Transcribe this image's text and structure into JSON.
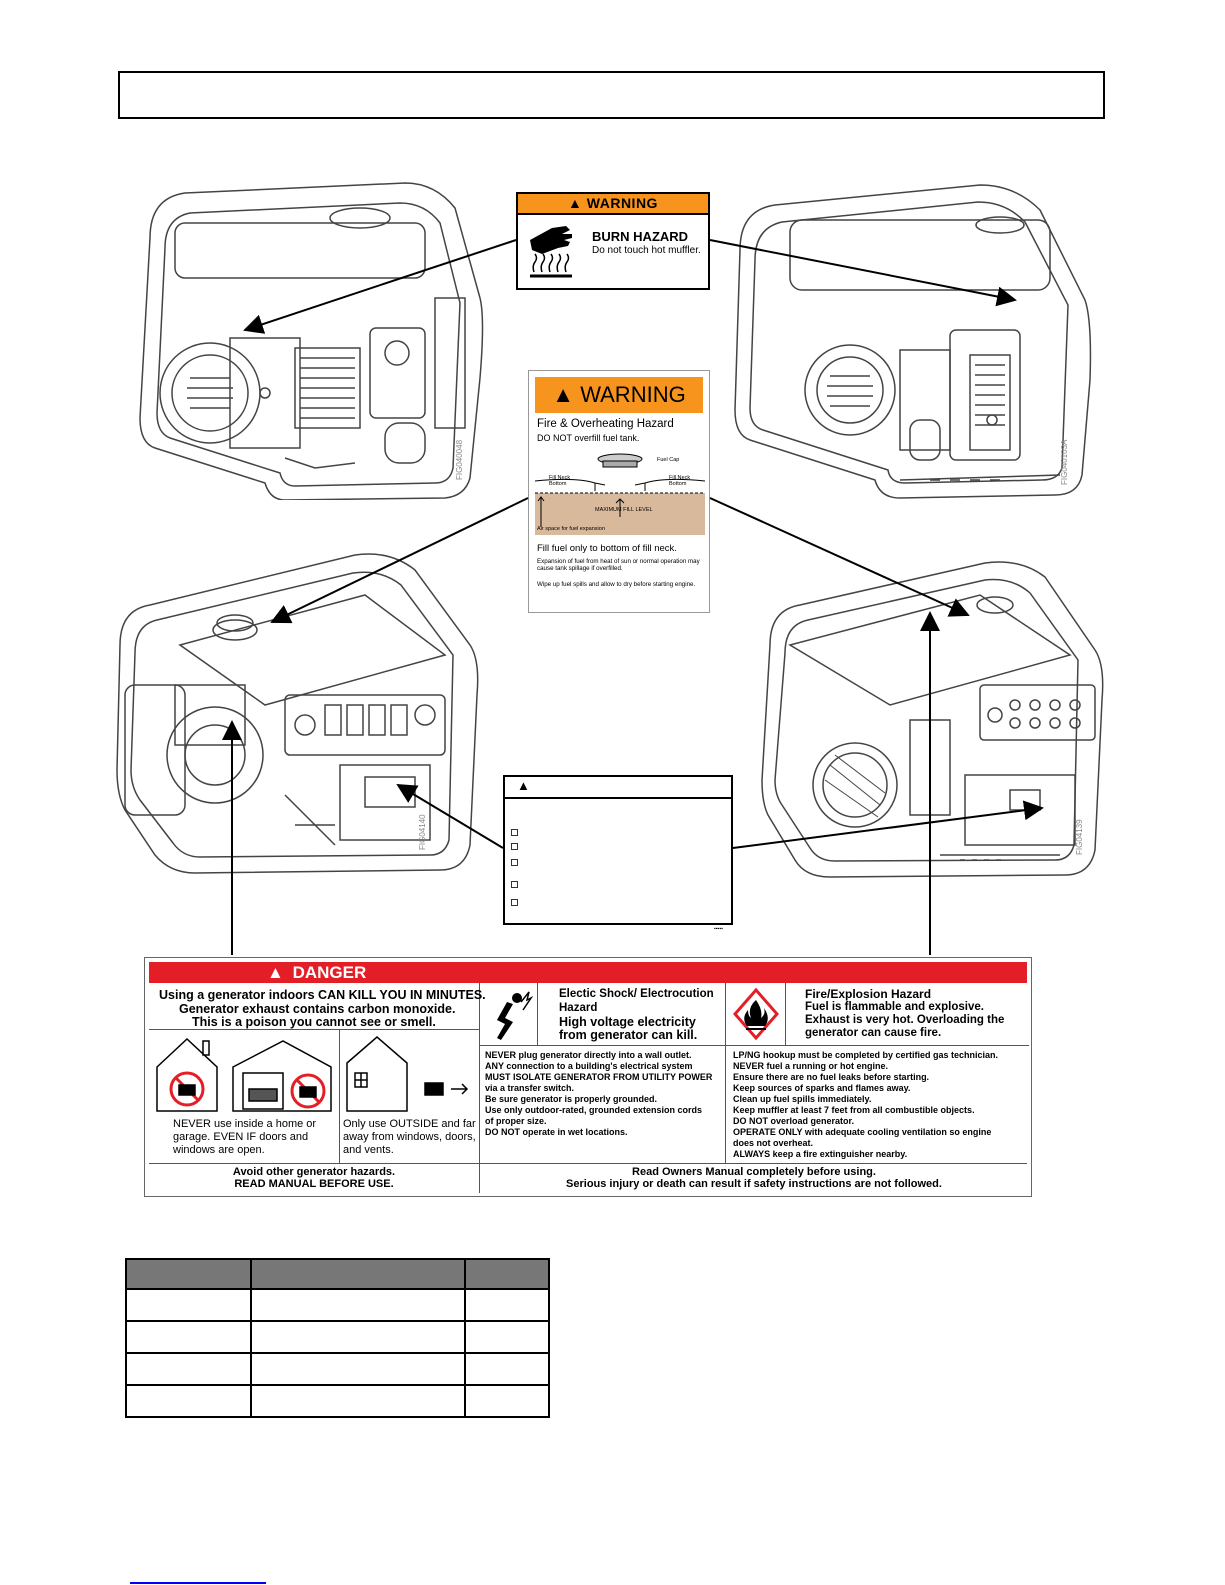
{
  "labels": {
    "burn": {
      "header": "WARNING",
      "title": "BURN HAZARD",
      "text": "Do not touch hot muffler."
    },
    "fuel": {
      "header": "WARNING",
      "title": "Fire & Overheating Hazard",
      "subtitle": "DO NOT overfill fuel tank.",
      "fuel_cap": "Fuel Cap",
      "fill_neck_bottom_left": "Fill Neck Bottom",
      "fill_neck_bottom_right": "Fill Neck Bottom",
      "max_fill": "MAXIMUM FILL LEVEL",
      "air_space": "Air space for fuel expansion",
      "main_instruction": "Fill fuel only to bottom of fill neck.",
      "expansion_note": "Expansion of fuel from heat of sun or normal operation may cause tank spillage if overfilled.",
      "wipe_note": "Wipe up fuel spills and allow to dry before starting engine."
    },
    "danger": {
      "header": "DANGER",
      "indoor_1": "Using a generator indoors CAN KILL YOU IN MINUTES.",
      "indoor_2": "Generator exhaust contains carbon monoxide.",
      "indoor_3": "This is a poison you cannot see or smell.",
      "never_indoor": "NEVER use inside a home or garage.  EVEN IF doors and windows are open.",
      "outside_only": "Only use OUTSIDE and far away from windows, doors, and vents.",
      "shock_title": "Electic Shock/ Electrocution Hazard",
      "shock_bold": "High voltage electricity from generator can kill.",
      "shock_lines": [
        "NEVER plug generator directly into a wall outlet.",
        "ANY connection to a building's electrical system",
        "MUST ISOLATE GENERATOR FROM UTILITY POWER",
        "via a transfer switch.",
        "Be sure generator is properly grounded.",
        "Use only outdoor-rated, grounded extension cords",
        "of proper size.",
        "DO NOT operate in wet locations."
      ],
      "fire_title": "Fire/Explosion Hazard",
      "fire_bold": "Fuel is flammable and explosive. Exhaust is very hot.  Overloading the generator can cause fire.",
      "fire_lines": [
        "LP/NG hookup must be completed by certified gas technician.",
        "NEVER fuel a running or hot engine.",
        "Ensure there are no fuel leaks before starting.",
        "Keep sources of sparks and flames away.",
        "Clean up fuel spills immediately.",
        "Keep muffler at least 7 feet from all combustible objects.",
        "DO NOT overload generator.",
        "OPERATE ONLY with adequate cooling ventilation so engine",
        "does not overheat.",
        "ALWAYS keep a fire extinguisher nearby."
      ],
      "footer_left_1": "Avoid other generator hazards.",
      "footer_left_2": "READ MANUAL BEFORE USE.",
      "footer_right_1": "Read Owners Manual completely before using.",
      "footer_right_2": "Serious injury or death can result if safety instructions are not followed."
    }
  },
  "figure_ids": {
    "top_left": "FIG040048",
    "top_right": "FIG040103A",
    "bottom_left": "FIG04140",
    "bottom_right": "FIG04139"
  },
  "colors": {
    "warning_orange": "#f7941d",
    "danger_red": "#e41e26",
    "table_header": "#777777"
  }
}
